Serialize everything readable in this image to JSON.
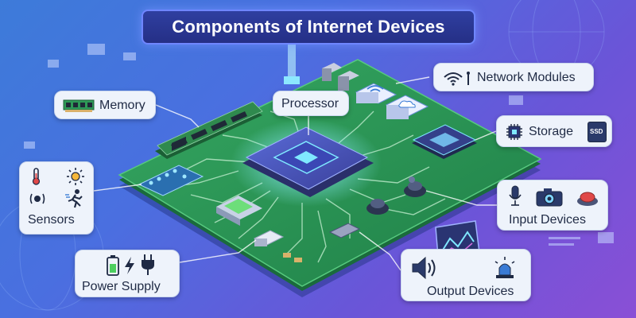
{
  "title": "Components of Internet Devices",
  "labels": {
    "memory": "Memory",
    "processor": "Processor",
    "network": "Network Modules",
    "storage": "Storage",
    "sensors": "Sensors",
    "input": "Input Devices",
    "power": "Power Supply",
    "output": "Output Devices"
  },
  "ssd_text": "SSD",
  "icons": [
    "ram-icon",
    "wifi-icon",
    "chip-icon",
    "ssd-icon",
    "thermometer-icon",
    "sun-icon",
    "vibration-icon",
    "running-icon",
    "microphone-icon",
    "camera-icon",
    "button-icon",
    "battery-icon",
    "lightning-icon",
    "plug-icon",
    "speaker-icon",
    "siren-icon"
  ],
  "colors": {
    "background": "#4a6fe0",
    "board": "#2e9a57",
    "title_bg": "#2a3494",
    "label_bg": "#eef3fb",
    "glow": "#6fe3ff"
  }
}
